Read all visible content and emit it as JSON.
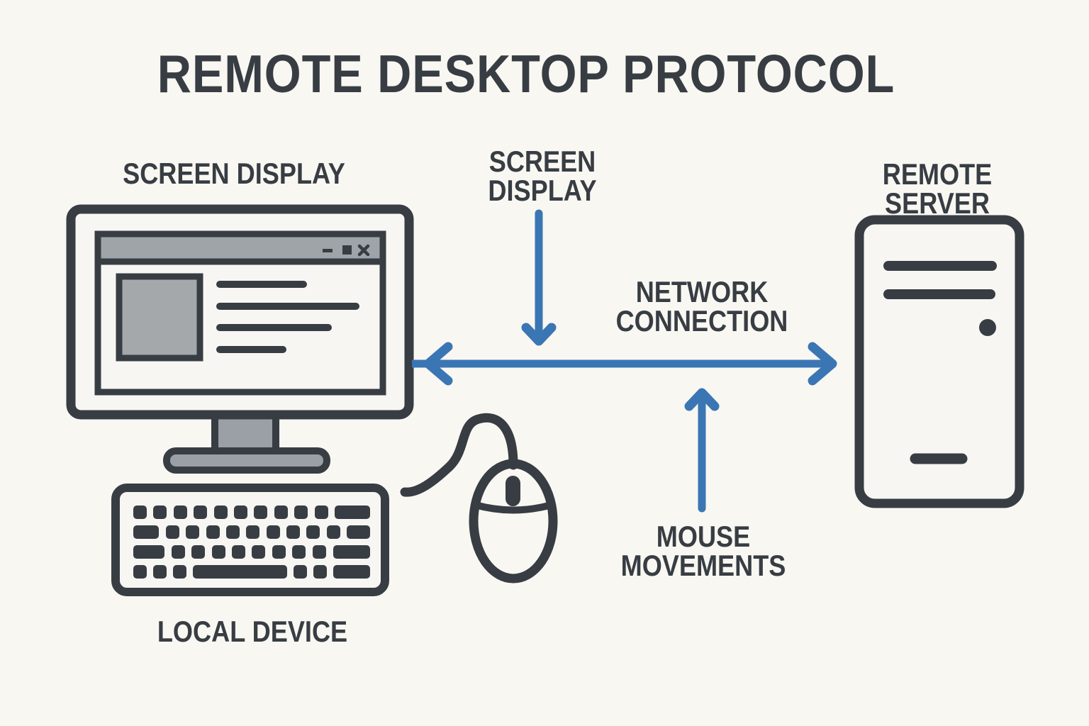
{
  "title": "REMOTE DESKTOP PROTOCOL",
  "labels": {
    "screen_display_device": "SCREEN DISPLAY",
    "screen_display_flow": "SCREEN\nDISPLAY",
    "network_connection": "NETWORK\nCONNECTION",
    "remote_server": "REMOTE SERVER",
    "mouse_movements": "MOUSE\nMOVEMENTS",
    "local_device": "LOCAL DEVICE"
  },
  "colors": {
    "background": "#f9f7f2",
    "ink": "#373d43",
    "accent_blue": "#3b76b4",
    "titlebar_gray": "#9fa4a9",
    "panel_gray": "#a4a8ab",
    "stand_gray": "#9aa0a5",
    "screen_white": "#f7f6f2"
  },
  "icons": {
    "monitor": "monitor-icon",
    "browser_window": "browser-window-icon",
    "window_minimize": "minimize-icon",
    "window_maximize": "maximize-icon",
    "window_close": "close-icon",
    "keyboard": "keyboard-icon",
    "mouse": "mouse-icon",
    "server_tower": "server-tower-icon",
    "network_arrow": "arrow-left-right-icon",
    "screen_display_arrow": "arrow-down-icon",
    "mouse_movements_arrow": "arrow-up-icon"
  }
}
